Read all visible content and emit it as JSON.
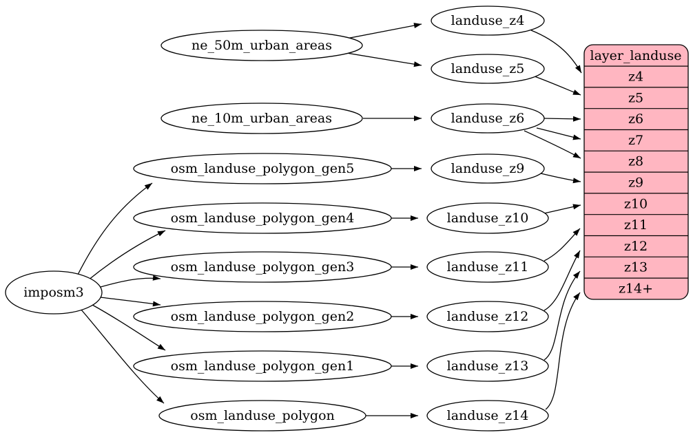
{
  "diagram": {
    "type": "graphviz-flow",
    "background": "#ffffff",
    "edge_color": "#000000",
    "node_fill": "#ffffff",
    "nodes": {
      "imposm3": "imposm3",
      "ne_50m_urban_areas": "ne_50m_urban_areas",
      "ne_10m_urban_areas": "ne_10m_urban_areas",
      "osm_landuse_polygon_gen5": "osm_landuse_polygon_gen5",
      "osm_landuse_polygon_gen4": "osm_landuse_polygon_gen4",
      "osm_landuse_polygon_gen3": "osm_landuse_polygon_gen3",
      "osm_landuse_polygon_gen2": "osm_landuse_polygon_gen2",
      "osm_landuse_polygon_gen1": "osm_landuse_polygon_gen1",
      "osm_landuse_polygon": "osm_landuse_polygon",
      "landuse_z4": "landuse_z4",
      "landuse_z5": "landuse_z5",
      "landuse_z6": "landuse_z6",
      "landuse_z9": "landuse_z9",
      "landuse_z10": "landuse_z10",
      "landuse_z11": "landuse_z11",
      "landuse_z12": "landuse_z12",
      "landuse_z13": "landuse_z13",
      "landuse_z14": "landuse_z14"
    },
    "table": {
      "title": "layer_landuse",
      "fill": "#ffb6c1",
      "border": "#000000",
      "rows": [
        "z4",
        "z5",
        "z6",
        "z7",
        "z8",
        "z9",
        "z10",
        "z11",
        "z12",
        "z13",
        "z14+"
      ]
    },
    "edges": [
      {
        "from": "imposm3",
        "to": "osm_landuse_polygon_gen5"
      },
      {
        "from": "imposm3",
        "to": "osm_landuse_polygon_gen4"
      },
      {
        "from": "imposm3",
        "to": "osm_landuse_polygon_gen3"
      },
      {
        "from": "imposm3",
        "to": "osm_landuse_polygon_gen2"
      },
      {
        "from": "imposm3",
        "to": "osm_landuse_polygon_gen1"
      },
      {
        "from": "imposm3",
        "to": "osm_landuse_polygon"
      },
      {
        "from": "ne_50m_urban_areas",
        "to": "landuse_z4"
      },
      {
        "from": "ne_50m_urban_areas",
        "to": "landuse_z5"
      },
      {
        "from": "ne_10m_urban_areas",
        "to": "landuse_z6"
      },
      {
        "from": "osm_landuse_polygon_gen5",
        "to": "landuse_z9"
      },
      {
        "from": "osm_landuse_polygon_gen4",
        "to": "landuse_z10"
      },
      {
        "from": "osm_landuse_polygon_gen3",
        "to": "landuse_z11"
      },
      {
        "from": "osm_landuse_polygon_gen2",
        "to": "landuse_z12"
      },
      {
        "from": "osm_landuse_polygon_gen1",
        "to": "landuse_z13"
      },
      {
        "from": "osm_landuse_polygon",
        "to": "landuse_z14"
      },
      {
        "from": "landuse_z4",
        "to": "layer_landuse.z4"
      },
      {
        "from": "landuse_z5",
        "to": "layer_landuse.z5"
      },
      {
        "from": "landuse_z6",
        "to": "layer_landuse.z6"
      },
      {
        "from": "landuse_z6",
        "to": "layer_landuse.z7"
      },
      {
        "from": "landuse_z6",
        "to": "layer_landuse.z8"
      },
      {
        "from": "landuse_z9",
        "to": "layer_landuse.z9"
      },
      {
        "from": "landuse_z10",
        "to": "layer_landuse.z10"
      },
      {
        "from": "landuse_z11",
        "to": "layer_landuse.z11"
      },
      {
        "from": "landuse_z12",
        "to": "layer_landuse.z12"
      },
      {
        "from": "landuse_z13",
        "to": "layer_landuse.z13"
      },
      {
        "from": "landuse_z14",
        "to": "layer_landuse.z14+"
      }
    ]
  }
}
